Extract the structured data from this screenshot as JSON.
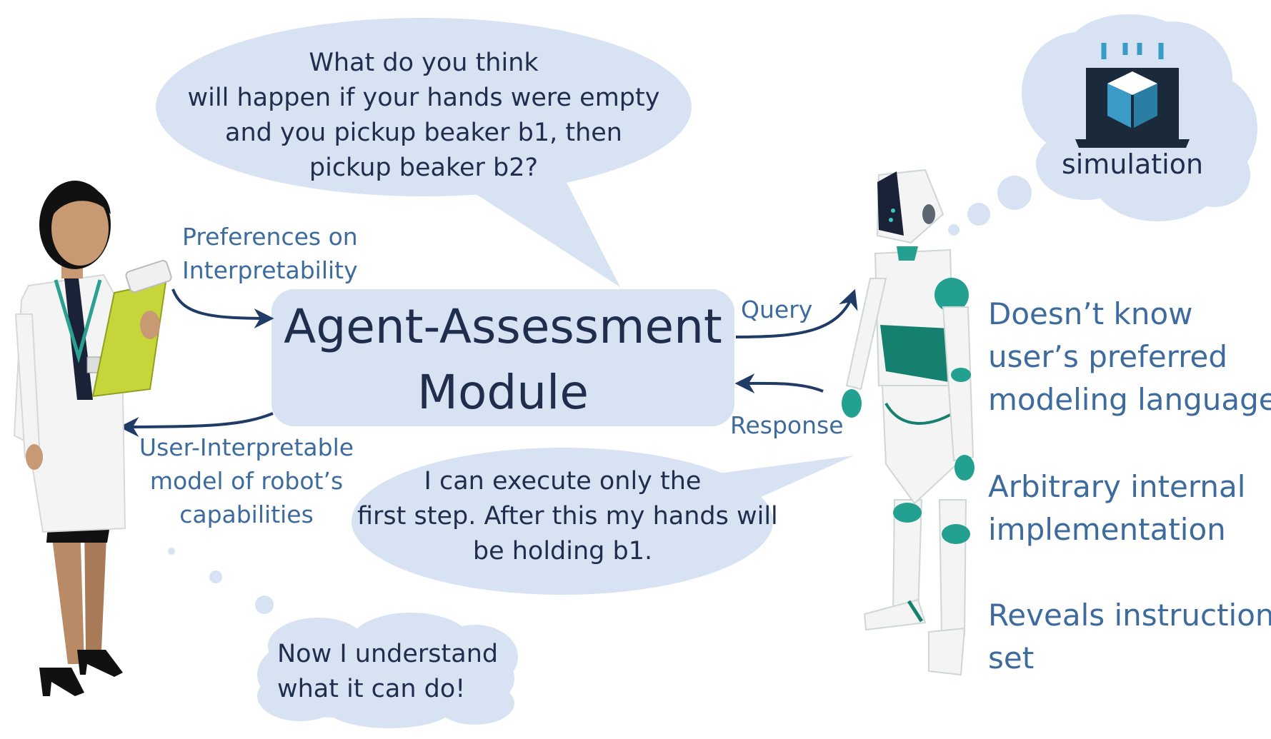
{
  "colors": {
    "bubble_fill": "#d7e2f2",
    "module_fill": "#d7e2f2",
    "arrow": "#1f3b66",
    "label_blue": "#3d6b9e",
    "dark_text": "#1f2e4d",
    "robot_teal": "#23a090",
    "robot_dark_teal": "#16806f",
    "coat_white": "#f4f4f4",
    "clipboard_green": "#c6d63a"
  },
  "scientist_bubble": {
    "lines": [
      "What do you think",
      "will happen if your hands were empty",
      "and you pickup beaker b1, then",
      "pickup beaker b2?"
    ]
  },
  "module": {
    "lines": [
      "Agent-Assessment",
      "Module"
    ]
  },
  "preferences_label": {
    "lines": [
      "Preferences on",
      "Interpretability"
    ]
  },
  "user_model_label": {
    "lines": [
      "User-Interpretable",
      "model of robot’s",
      "capabilities"
    ]
  },
  "query_label": "Query",
  "response_label": "Response",
  "robot_bubble": {
    "lines": [
      "I can execute only the",
      "first step. After this my hands will",
      "be  holding  b1."
    ]
  },
  "thought_cloud": {
    "lines": [
      "Now I understand",
      "what it can do!"
    ]
  },
  "simulation_cloud": {
    "label": "simulation",
    "icon": "laptop-cube-icon"
  },
  "robot_notes": [
    {
      "lines": [
        "Doesn’t know",
        "user’s preferred",
        "modeling language"
      ]
    },
    {
      "lines": [
        "Arbitrary internal",
        "implementation"
      ]
    },
    {
      "lines": [
        "Reveals instruction",
        "set"
      ]
    }
  ]
}
